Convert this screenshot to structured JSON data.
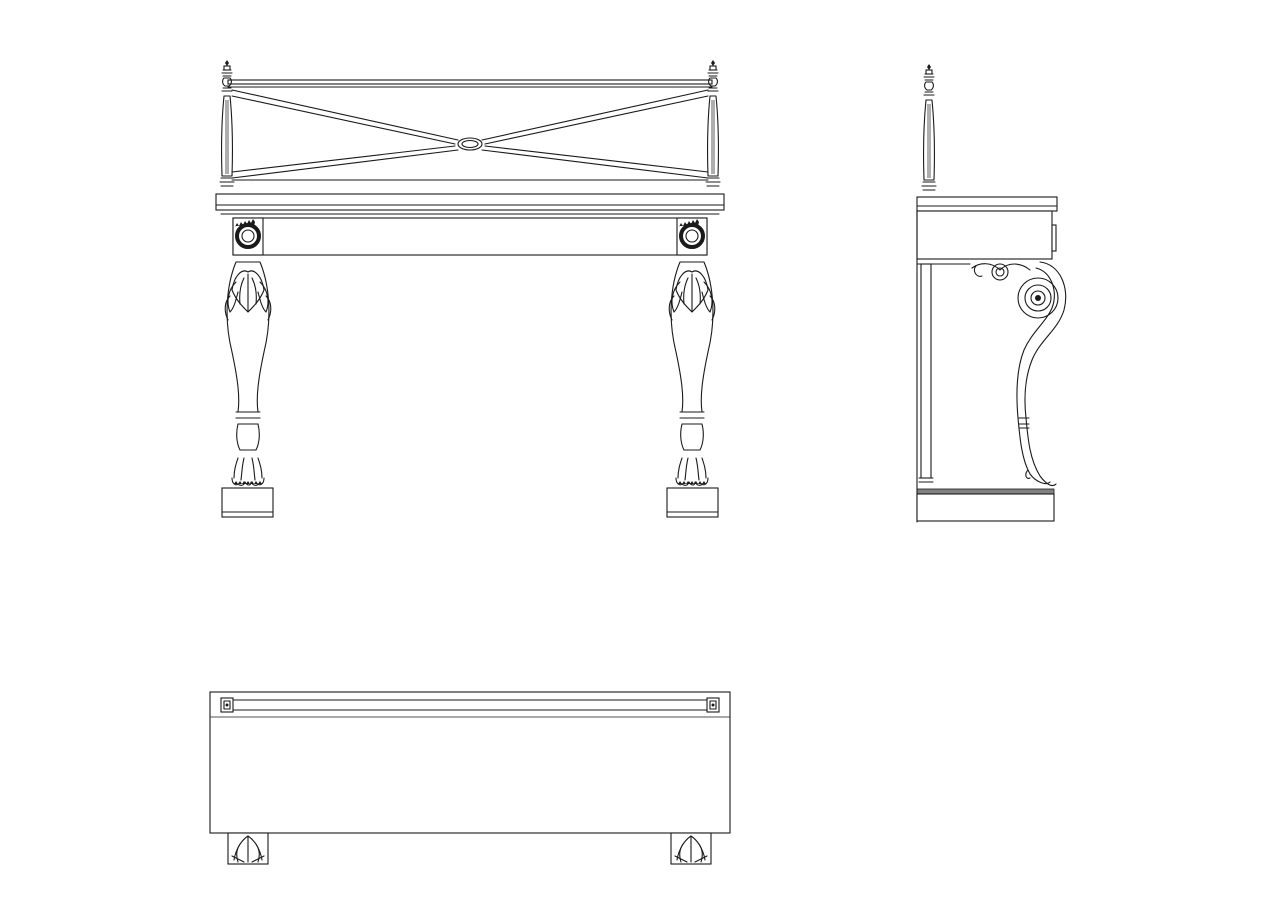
{
  "drawing": {
    "subject": "",
    "views": [
      {
        "id": "front-elevation"
      },
      {
        "id": "side-elevation"
      },
      {
        "id": "plan-view"
      }
    ]
  },
  "colors": {
    "background": "#ffffff",
    "line": "#1a1a1a"
  }
}
